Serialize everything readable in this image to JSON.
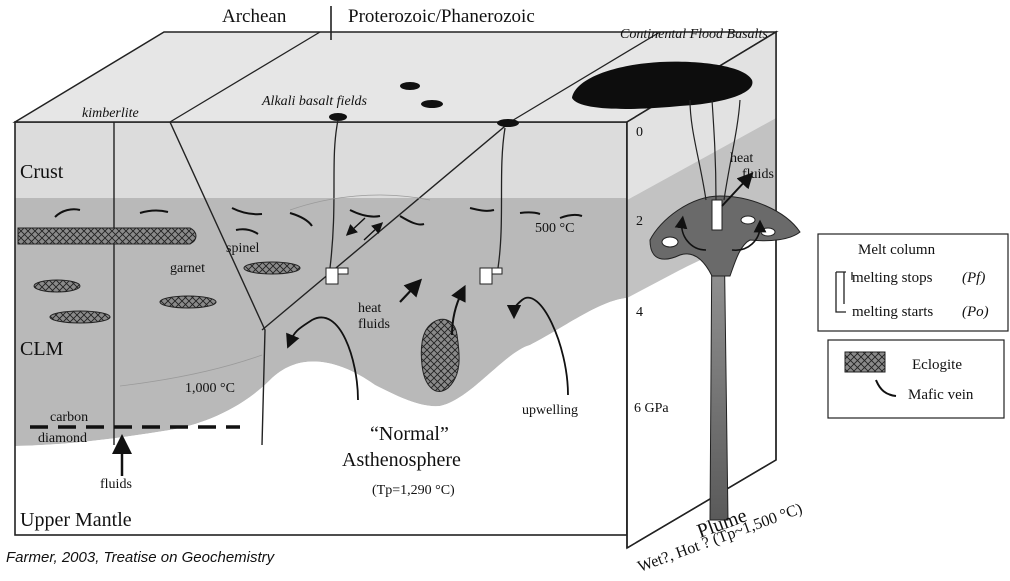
{
  "top_labels": {
    "archean": "Archean",
    "proterozoic": "Proterozoic/Phanerozoic",
    "flood_basalts": "Continental Flood Basalts",
    "kimberlite": "kimberlite",
    "alkali_basalt": "Alkali basalt fields"
  },
  "layers": {
    "crust": "Crust",
    "clm": "CLM",
    "upper_mantle": "Upper Mantle"
  },
  "minerals": {
    "spinel": "spinel",
    "garnet": "garnet",
    "carbon": "carbon",
    "diamond": "diamond"
  },
  "temperatures": {
    "t500": "500 °C",
    "t1000": "1,000 °C"
  },
  "processes": {
    "heat_fluids_center": [
      "heat",
      "fluids"
    ],
    "heat_fluids_plume": [
      "heat",
      "fluids"
    ],
    "fluids": "fluids",
    "upwelling": "upwelling"
  },
  "asthenosphere": {
    "normal": "“Normal”",
    "name": "Asthenosphere",
    "tp": "(Tp=1,290 °C)"
  },
  "plume": {
    "name": "Plume",
    "condition": "Wet?, Hot ? (Tp~1,500 °C)"
  },
  "pressure_scale": [
    "0",
    "2",
    "4",
    "6 GPa"
  ],
  "legend_melt": {
    "title": "Melt column",
    "stops": "melting stops",
    "stops_sym": "(Pf)",
    "starts": "melting starts",
    "starts_sym": "(Po)"
  },
  "legend_rock": {
    "eclogite": "Eclogite",
    "mafic_vein": "Mafic vein"
  },
  "caption": "Farmer, 2003, Treatise on Geochemistry"
}
